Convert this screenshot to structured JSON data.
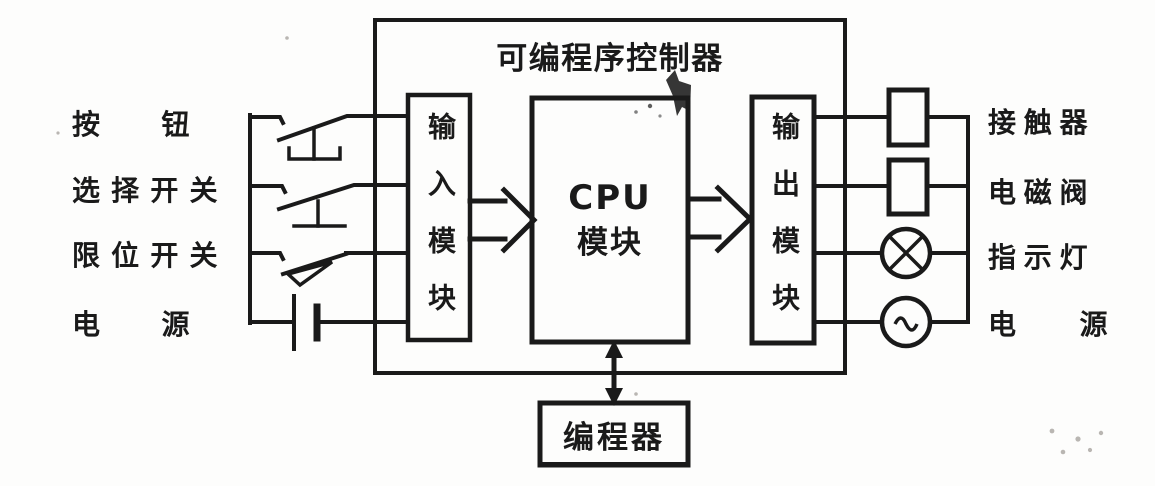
{
  "diagram": {
    "title": "可编程序控制器",
    "controller": {
      "input_module": "输入模块",
      "cpu_line1": "CPU",
      "cpu_line2": "模块",
      "output_module": "输出模块"
    },
    "programmer_label": "编程器",
    "inputs": [
      {
        "label": "按钮",
        "symbol": "pushbutton-contact-icon"
      },
      {
        "label": "选择开关",
        "symbol": "selector-switch-contact-icon"
      },
      {
        "label": "限位开关",
        "symbol": "limit-switch-contact-icon"
      },
      {
        "label": "电源",
        "symbol": "battery-cell-icon"
      }
    ],
    "outputs": [
      {
        "label": "接触器",
        "symbol": "contactor-coil-icon"
      },
      {
        "label": "电磁阀",
        "symbol": "solenoid-valve-coil-icon"
      },
      {
        "label": "指示灯",
        "symbol": "indicator-lamp-icon"
      },
      {
        "label": "电源",
        "symbol": "ac-power-source-icon"
      }
    ],
    "colors": {
      "ink": "#1a1a1a",
      "paper": "#fdfdfc"
    }
  }
}
